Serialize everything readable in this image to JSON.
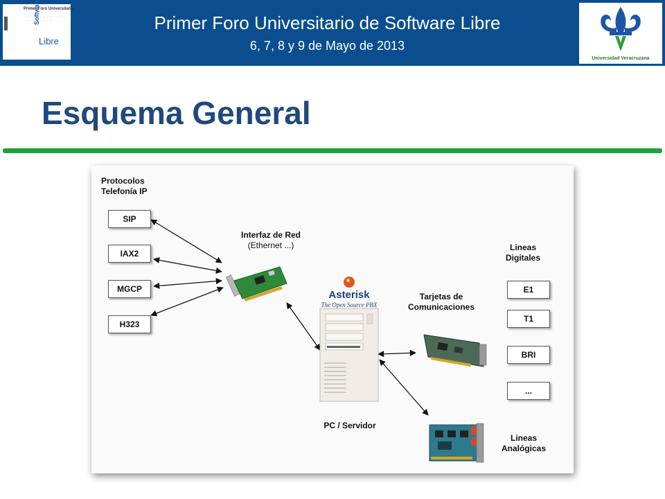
{
  "header": {
    "title": "Primer Foro  Universitario de Software Libre",
    "subtitle": "6, 7, 8 y 9 de Mayo de 2013",
    "left_logo": {
      "title": "Primer Foro Universitario",
      "word1": "Software",
      "word2": "Libre"
    },
    "right_logo": {
      "name": "Universidad Veracruzana"
    }
  },
  "slide": {
    "title": "Esquema General"
  },
  "diagram": {
    "protocols_label": "Protocolos\nTelefonía IP",
    "protocols": [
      "SIP",
      "IAX2",
      "MGCP",
      "H323"
    ],
    "network_label": "Interfaz de Red",
    "network_sublabel": "(Ethernet ...)",
    "asterisk_name": "Asterisk",
    "asterisk_tagline": "The Open Source PBX",
    "server_label": "PC / Servidor",
    "cards_label": "Tarjetas de\nComunicaciones",
    "digital_label": "Lineas\nDigitales",
    "digital_lines": [
      "E1",
      "T1",
      "BRI",
      "..."
    ],
    "analog_label": "Lineas\nAnalógicas"
  },
  "colors": {
    "header_bg": "#0a4e8f",
    "title": "#1f497d",
    "rule": "#1aa33a"
  }
}
